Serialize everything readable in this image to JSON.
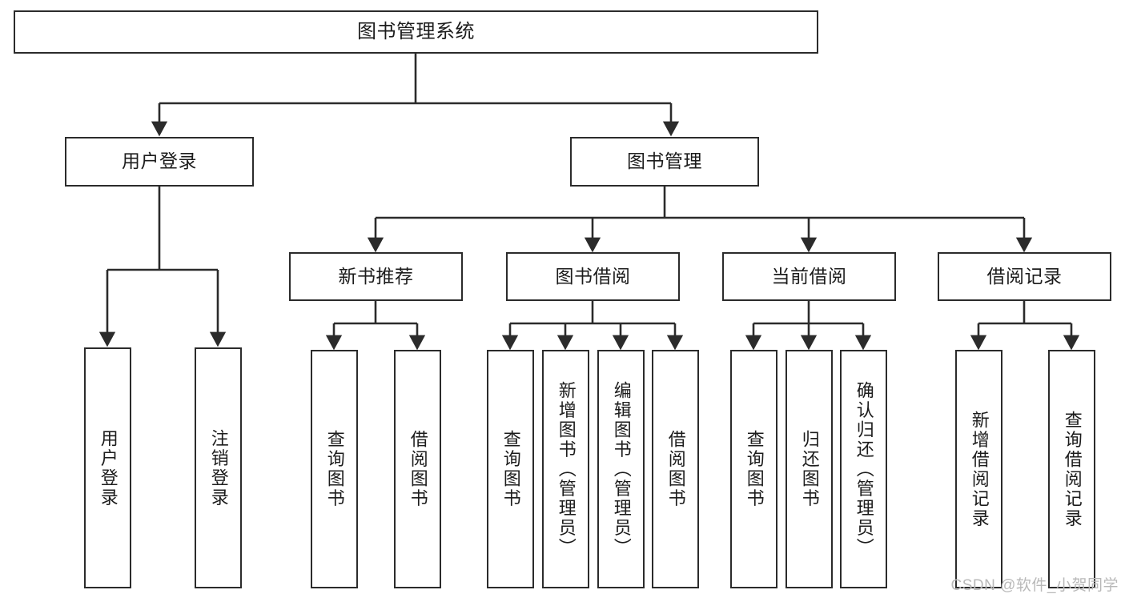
{
  "diagram": {
    "title": "图书管理系统",
    "type": "tree-hierarchy-chart",
    "colors": {
      "box_stroke": "#2b2b2b",
      "box_fill": "#ffffff",
      "edge_stroke": "#2b2b2b",
      "text": "#1c1c1c",
      "watermark": "#b9b9b9",
      "background": "#ffffff"
    },
    "root": {
      "label": "图书管理系统"
    },
    "level2": [
      {
        "label": "用户登录"
      },
      {
        "label": "图书管理"
      }
    ],
    "level3": [
      {
        "label": "新书推荐"
      },
      {
        "label": "图书借阅"
      },
      {
        "label": "当前借阅"
      },
      {
        "label": "借阅记录"
      }
    ],
    "leaves": {
      "user_login": [
        {
          "label": "用户登录"
        },
        {
          "label": "注销登录"
        }
      ],
      "new_book_recommend": [
        {
          "label": "查询图书"
        },
        {
          "label": "借阅图书"
        }
      ],
      "book_borrow": [
        {
          "label": "查询图书"
        },
        {
          "label": "新增图书（管理员）"
        },
        {
          "label": "编辑图书（管理员）"
        },
        {
          "label": "借阅图书"
        }
      ],
      "current_borrow": [
        {
          "label": "查询图书"
        },
        {
          "label": "归还图书"
        },
        {
          "label": "确认归还（管理员）"
        }
      ],
      "borrow_record": [
        {
          "label": "新增借阅记录"
        },
        {
          "label": "查询借阅记录"
        }
      ]
    }
  },
  "watermark": {
    "text": "CSDN @软件_小贺同学"
  }
}
